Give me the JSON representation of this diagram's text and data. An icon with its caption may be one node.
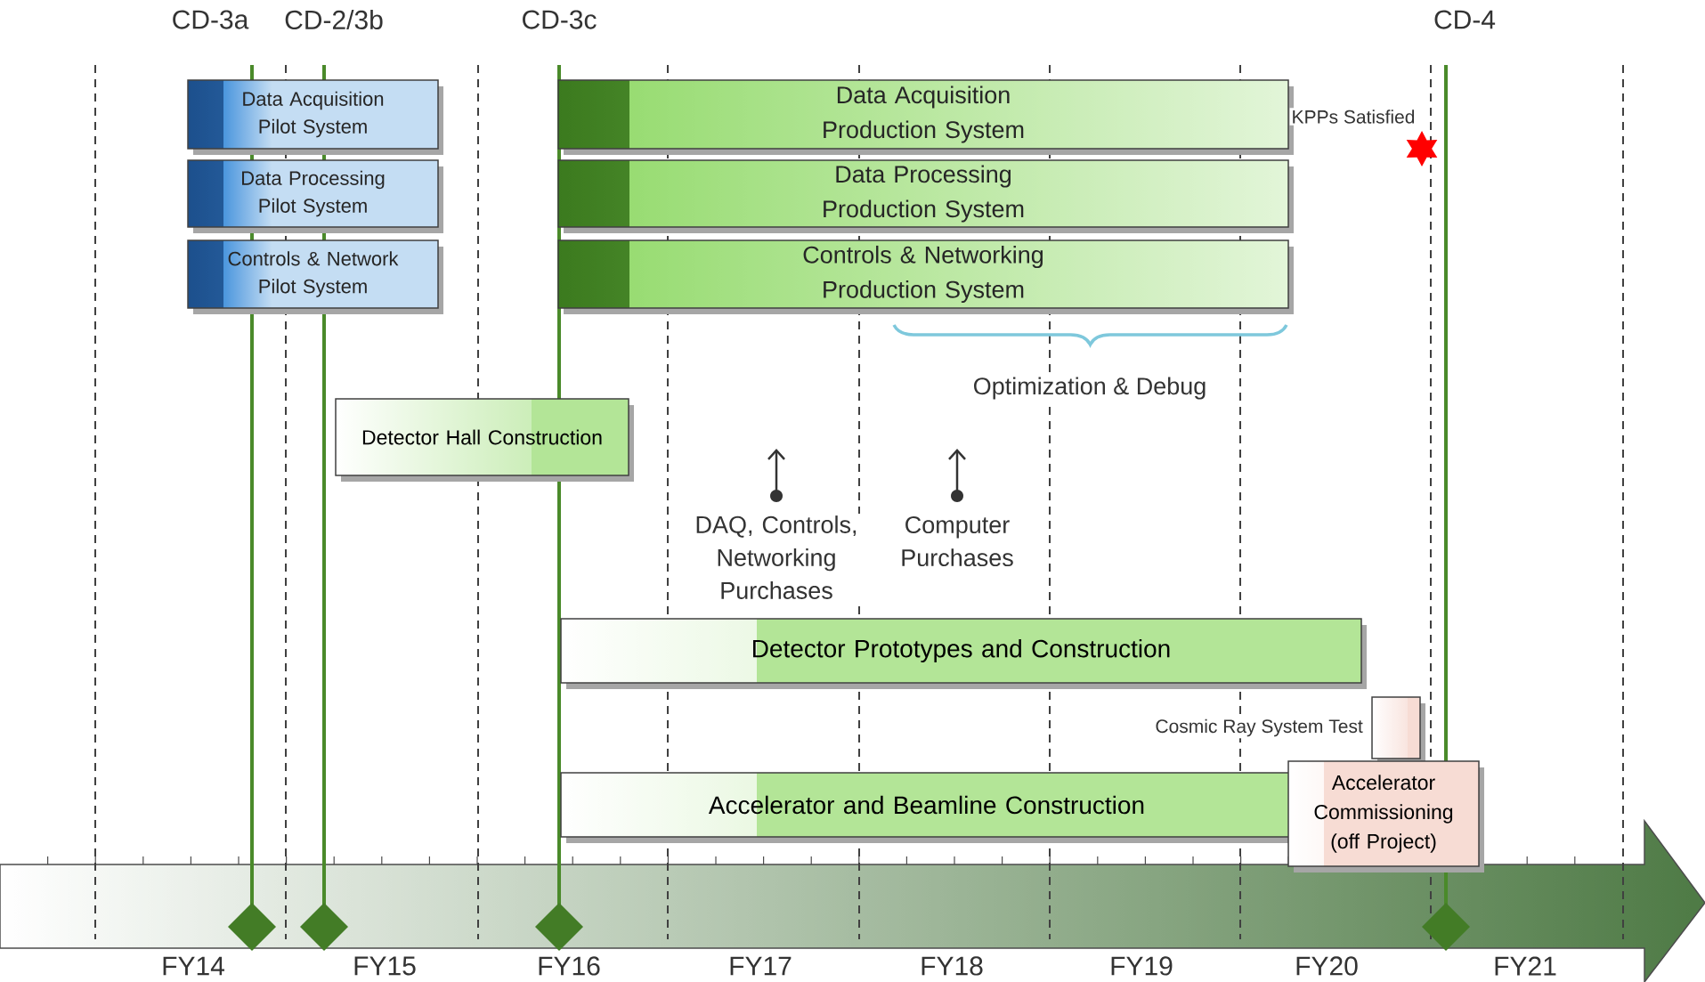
{
  "diagram": {
    "nodes": [
      {
        "text": [
          "Data Acquisition Pilot System"
        ]
      },
      {
        "text": [
          "Data Processing Pilot System"
        ]
      },
      {
        "text": [
          "Controls & Network Pilot System"
        ]
      },
      {
        "text": [
          "Data Acquisition Production System"
        ]
      },
      {
        "text": [
          "Data Processing Production System"
        ]
      },
      {
        "text": [
          "Controls & Networking Production System"
        ]
      },
      {
        "text": [
          "Detector Hall Construction"
        ]
      },
      {
        "text": [
          "Detector Prototypes and Construction"
        ]
      },
      {
        "text": [],
        "shape": "box",
        "beside": [
          "Cosmic Ray System Test"
        ]
      },
      {
        "text": [
          "Accelerator and Beamline Construction"
        ]
      },
      {
        "text": [
          "Accelerator Commissioning (off Project)"
        ]
      }
    ],
    "labels": [
      "CD-3a",
      "CD-2/3b",
      "CD-3c",
      "CD-4",
      "KPPs Satisfied",
      "Optimization & Debug",
      "DAQ, Controls, Networking Purchases",
      "Computer Purchases",
      "FY14",
      "FY15",
      "FY16",
      "FY17",
      "FY18",
      "FY19",
      "FY20",
      "FY21"
    ]
  }
}
